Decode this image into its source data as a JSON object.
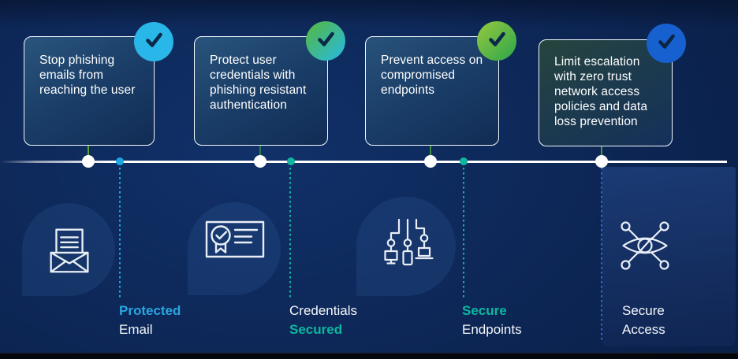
{
  "background_color": "#0d2757",
  "timeline": {
    "line_color": "#ffffff",
    "node_color": "#ffffff"
  },
  "steps": [
    {
      "card_text": "Stop phishing emails from reaching the user",
      "badge": {
        "icon": "checkmark-icon",
        "color": "#29b6e8"
      },
      "connector_color": "#5ca33c",
      "accent_dot_color": "#1ba7e0",
      "dotted_line_color": "#1ba7e0",
      "icon": "open-email-icon",
      "label": {
        "line1": "Protected",
        "line2": "Email",
        "accent_word": "Protected",
        "accent_color": "#2aa6e0"
      }
    },
    {
      "card_text": "Protect user credentials with phishing resistant authentication",
      "badge": {
        "icon": "checkmark-icon",
        "color_gradient": [
          "#53b848",
          "#2ab9d9"
        ]
      },
      "connector_color": "#2a7d52",
      "accent_dot_color": "#12b5a0",
      "dotted_line_color": "#12b5a0",
      "icon": "certificate-icon",
      "label": {
        "line1": "Credentials",
        "line2": "Secured",
        "accent_word": "Secured",
        "accent_color": "#0cb79e"
      }
    },
    {
      "card_text": "Prevent access on compromised endpoints",
      "badge": {
        "icon": "checkmark-icon",
        "color_gradient": [
          "#8fc63f",
          "#33a94b"
        ]
      },
      "connector_color": "#3c9141",
      "accent_dot_color": "#12b5a0",
      "dotted_line_color": "#12b5a0",
      "icon": "endpoints-network-icon",
      "label": {
        "line1": "Secure",
        "line2": "Endpoints",
        "accent_word": "Secure",
        "accent_color": "#0cb79e"
      }
    },
    {
      "card_text": "Limit escalation with zero trust network access policies and data loss prevention",
      "badge": {
        "icon": "checkmark-icon",
        "color": "#1661cf"
      },
      "connector_color": "#3f9b35",
      "dotted_line_color": "#2a6ad4",
      "icon": "secure-access-eye-icon",
      "label": {
        "line1": "Secure",
        "line2": "Access",
        "accent_word": null,
        "accent_color": null
      }
    }
  ]
}
